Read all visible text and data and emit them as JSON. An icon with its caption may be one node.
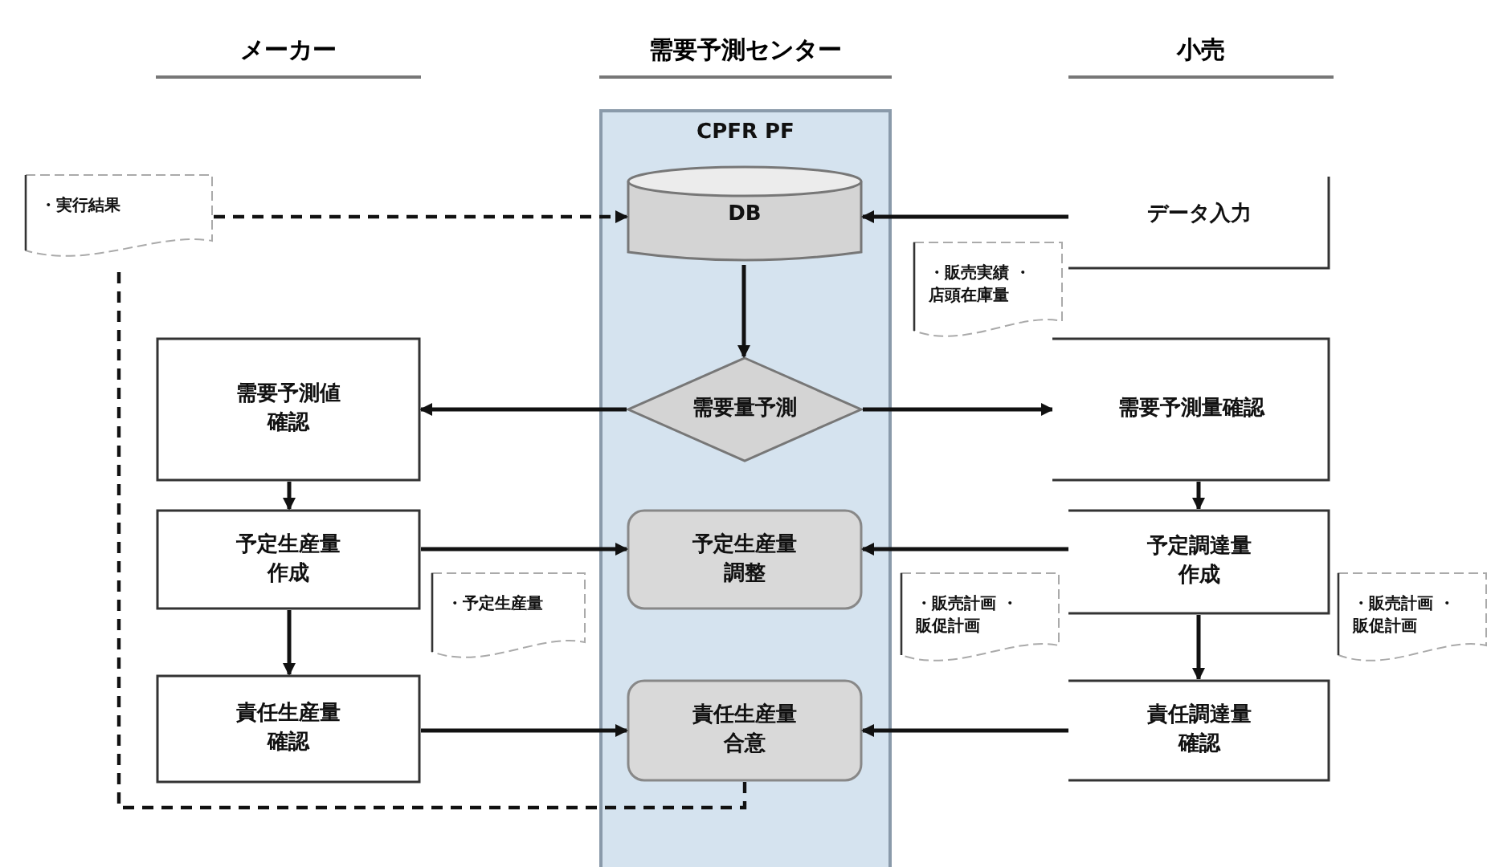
{
  "diagram": {
    "nodes": [
      {
        "text": [
          "・実行結果"
        ]
      },
      {
        "text": [
          "CPFR PF"
        ]
      },
      {
        "text": [
          "DB"
        ],
        "in": 1
      },
      {
        "text": [
          "データ入力"
        ]
      },
      {
        "text": [
          "・販売実績 ・店頭在庫量"
        ]
      },
      {
        "text": [
          "需要量予測"
        ],
        "in": 1
      },
      {
        "text": [
          "需要予測値確認"
        ]
      },
      {
        "text": [
          "需要予測量確認"
        ]
      },
      {
        "text": [
          "予定生産量作成"
        ]
      },
      {
        "text": [
          "・予定生産量"
        ]
      },
      {
        "text": [
          "予定生産量調整"
        ],
        "in": 1
      },
      {
        "text": [
          "予定調達量作成"
        ]
      },
      {
        "text": [
          "・販売計画 ・販促計画"
        ]
      },
      {
        "text": [
          "・販売計画 ・販促計画"
        ]
      },
      {
        "text": [
          "責任生産量確認"
        ]
      },
      {
        "text": [
          "責任生産量合意"
        ],
        "in": 1
      },
      {
        "text": [
          "責任調達量確認"
        ]
      }
    ],
    "edges": [
      {
        "from": 0,
        "to": 2,
        "arrow": "to",
        "style": "dashed"
      },
      {
        "from": 3,
        "to": 2,
        "arrow": "to"
      },
      {
        "from": 2,
        "to": 5,
        "arrow": "to"
      },
      {
        "from": 5,
        "to": 6,
        "arrow": "to"
      },
      {
        "from": 5,
        "to": 7,
        "arrow": "to"
      },
      {
        "from": 6,
        "to": 8,
        "arrow": "to"
      },
      {
        "from": 8,
        "to": 10,
        "arrow": "to"
      },
      {
        "from": 8,
        "to": 14,
        "arrow": "to"
      },
      {
        "from": 14,
        "to": 15,
        "arrow": "to"
      },
      {
        "from": 7,
        "to": 11,
        "arrow": "to"
      },
      {
        "from": 11,
        "to": 10,
        "arrow": "to"
      },
      {
        "from": 11,
        "to": 16,
        "arrow": "to"
      },
      {
        "from": 16,
        "to": 15,
        "arrow": "to"
      },
      {
        "from": 15,
        "to": 0,
        "arrow": "none",
        "style": "dashed"
      }
    ],
    "labels": [
      "メーカー",
      "需要予測センター",
      "小売"
    ]
  }
}
